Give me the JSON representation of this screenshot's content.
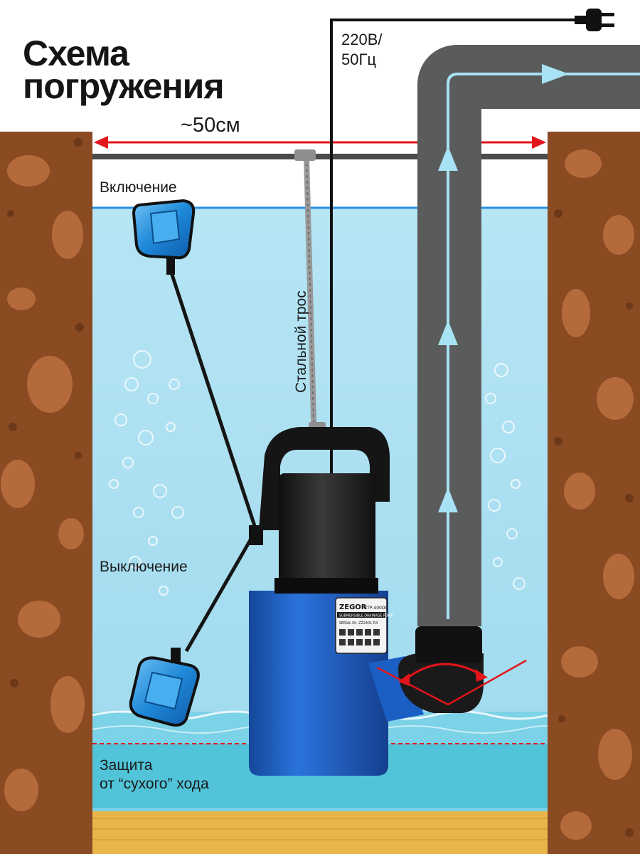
{
  "title": {
    "line1": "Схема",
    "line2": "погружения"
  },
  "width_label": "~50см",
  "power": {
    "voltage": "220В/",
    "frequency": "50Гц"
  },
  "float_on_label": "Включение",
  "float_off_label": "Выключение",
  "cable_label": "Стальной трос",
  "dry_run": {
    "line1": "Защита",
    "line2": "от “сухого” хода"
  },
  "pump": {
    "brand": "ZEGOR",
    "model": "ZTP-400DC",
    "subtitle": "SUBMERSIBLE DRAINAGE PUMP",
    "serial": "SERIAL Nº: ZZ2401 D4"
  },
  "colors": {
    "soil": "#8a4a22",
    "soil_spot": "#b56a3c",
    "water": "#a9def0",
    "water_bottom": "#46c2d6",
    "sand": "#e8b54a",
    "pipe": "#5a5c5c",
    "flow_arrow": "#a8e3f5",
    "pump_blue": "#1f63c8",
    "pump_black": "#1b1b1b",
    "float_blue": "#1e88d8",
    "measure_red": "#e3141b",
    "on_level": "#2a8fe0"
  }
}
